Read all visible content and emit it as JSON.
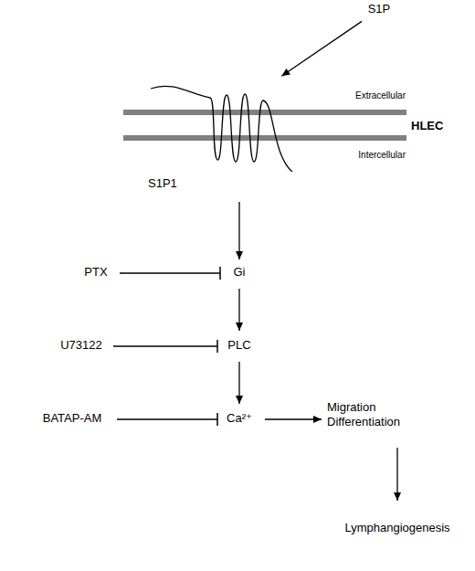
{
  "diagram": {
    "nodes": [
      {
        "text": [
          "S1P"
        ]
      },
      {
        "text": [
          "S1P1"
        ]
      },
      {
        "text": [
          "PTX"
        ]
      },
      {
        "text": [
          "Gi"
        ]
      },
      {
        "text": [
          "U73122"
        ]
      },
      {
        "text": [
          "PLC"
        ]
      },
      {
        "text": [
          "BATAP-AM"
        ]
      },
      {
        "text": [
          "Ca²⁺"
        ]
      },
      {
        "text": [
          "Migration Differentiation"
        ]
      },
      {
        "text": [
          "Lymphangiogenesis"
        ]
      }
    ],
    "edges": [
      {
        "from": 0,
        "to": 1,
        "arrow": "to"
      },
      {
        "from": 1,
        "to": 3,
        "arrow": "to"
      },
      {
        "from": 2,
        "to": 3,
        "arrow": "to"
      },
      {
        "from": 3,
        "to": 5,
        "arrow": "to"
      },
      {
        "from": 4,
        "to": 5,
        "arrow": "to"
      },
      {
        "from": 5,
        "to": 7,
        "arrow": "to"
      },
      {
        "from": 6,
        "to": 7,
        "arrow": "to"
      },
      {
        "from": 7,
        "to": 8,
        "arrow": "to"
      },
      {
        "from": 8,
        "to": 9,
        "arrow": "to"
      }
    ],
    "labels": [
      "Extracellular",
      "HLEC",
      "Intercellular"
    ]
  }
}
